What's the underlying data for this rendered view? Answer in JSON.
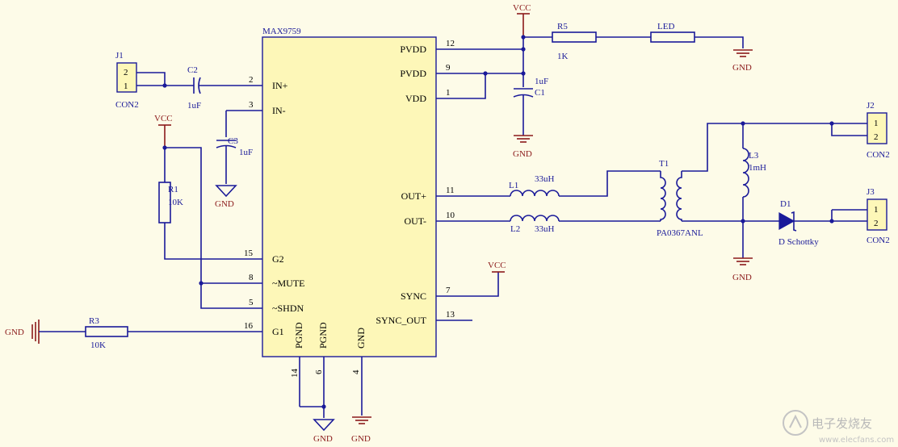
{
  "ic": {
    "name": "MAX9759",
    "pins": [
      {
        "num": "2",
        "name": "IN+"
      },
      {
        "num": "3",
        "name": "IN-"
      },
      {
        "num": "15",
        "name": "G2"
      },
      {
        "num": "8",
        "name": "~MUTE"
      },
      {
        "num": "5",
        "name": "~SHDN"
      },
      {
        "num": "16",
        "name": "G1"
      },
      {
        "num": "12",
        "name": "PVDD"
      },
      {
        "num": "9",
        "name": "PVDD"
      },
      {
        "num": "1",
        "name": "VDD"
      },
      {
        "num": "11",
        "name": "OUT+"
      },
      {
        "num": "10",
        "name": "OUT-"
      },
      {
        "num": "7",
        "name": "SYNC"
      },
      {
        "num": "13",
        "name": "SYNC_OUT"
      },
      {
        "num": "14",
        "name": "PGND"
      },
      {
        "num": "6",
        "name": "PGND"
      },
      {
        "num": "4",
        "name": "GND"
      }
    ]
  },
  "parts": {
    "J1": {
      "ref": "J1",
      "type": "CON2",
      "pins": [
        "2",
        "1"
      ]
    },
    "J2": {
      "ref": "J2",
      "type": "CON2",
      "pins": [
        "1",
        "2"
      ]
    },
    "J3": {
      "ref": "J3",
      "type": "CON2",
      "pins": [
        "1",
        "2"
      ]
    },
    "C1": {
      "ref": "C1",
      "value": "1uF"
    },
    "C2": {
      "ref": "C2",
      "value": "1uF"
    },
    "C3": {
      "ref": "C3",
      "value": "1uF"
    },
    "R1": {
      "ref": "R1",
      "value": "10K"
    },
    "R3": {
      "ref": "R3",
      "value": "10K"
    },
    "R5": {
      "ref": "R5",
      "value": "1K"
    },
    "LED": {
      "ref": "LED"
    },
    "L1": {
      "ref": "L1",
      "value": "33uH"
    },
    "L2": {
      "ref": "L2",
      "value": "33uH"
    },
    "L3": {
      "ref": "L3",
      "value": "1mH"
    },
    "T1": {
      "ref": "T1",
      "value": "PA0367ANL"
    },
    "D1": {
      "ref": "D1",
      "value": "D Schottky"
    }
  },
  "power": {
    "vcc": "VCC",
    "gnd": "GND"
  },
  "watermark": {
    "text": "电子发烧友",
    "url": "www.elecfans.com"
  },
  "colors": {
    "wire": "#1a1a99",
    "power": "#8b1a1a",
    "ic_fill": "#fdf7b8",
    "background": "#fdfbe8"
  }
}
